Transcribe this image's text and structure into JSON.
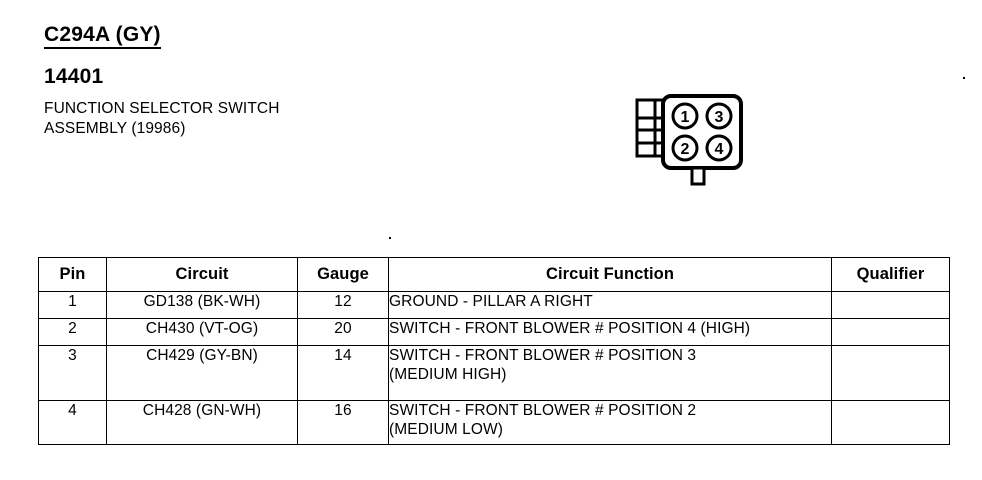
{
  "header": {
    "connector_id": "C294A (GY)",
    "part_number": "14401",
    "description_line1": "FUNCTION SELECTOR SWITCH",
    "description_line2": "ASSEMBLY (19986)"
  },
  "connector_figure": {
    "name": "4-pin-connector-diagram",
    "pin_labels": [
      "1",
      "3",
      "2",
      "4"
    ],
    "pin_positions": {
      "top_left": "1",
      "top_right": "3",
      "bottom_left": "2",
      "bottom_right": "4"
    },
    "body_shape": "rounded-square",
    "has_left_terminal-grid": true,
    "has_bottom_tab": true,
    "stroke_color": "#000000"
  },
  "pin_table": {
    "columns": [
      "Pin",
      "Circuit",
      "Gauge",
      "Circuit Function",
      "Qualifier"
    ],
    "rows": [
      {
        "pin": "1",
        "circuit": "GD138 (BK-WH)",
        "gauge": "12",
        "function_line1": "GROUND - PILLAR A RIGHT",
        "function_line2": "",
        "qualifier": ""
      },
      {
        "pin": "2",
        "circuit": "CH430 (VT-OG)",
        "gauge": "20",
        "function_line1": "SWITCH - FRONT BLOWER # POSITION 4 (HIGH)",
        "function_line2": "",
        "qualifier": ""
      },
      {
        "pin": "3",
        "circuit": "CH429 (GY-BN)",
        "gauge": "14",
        "function_line1": "SWITCH - FRONT BLOWER # POSITION 3",
        "function_line2": "(MEDIUM HIGH)",
        "qualifier": ""
      },
      {
        "pin": "4",
        "circuit": "CH428 (GN-WH)",
        "gauge": "16",
        "function_line1": "SWITCH - FRONT BLOWER # POSITION 2",
        "function_line2": "(MEDIUM LOW)",
        "qualifier": ""
      }
    ]
  }
}
